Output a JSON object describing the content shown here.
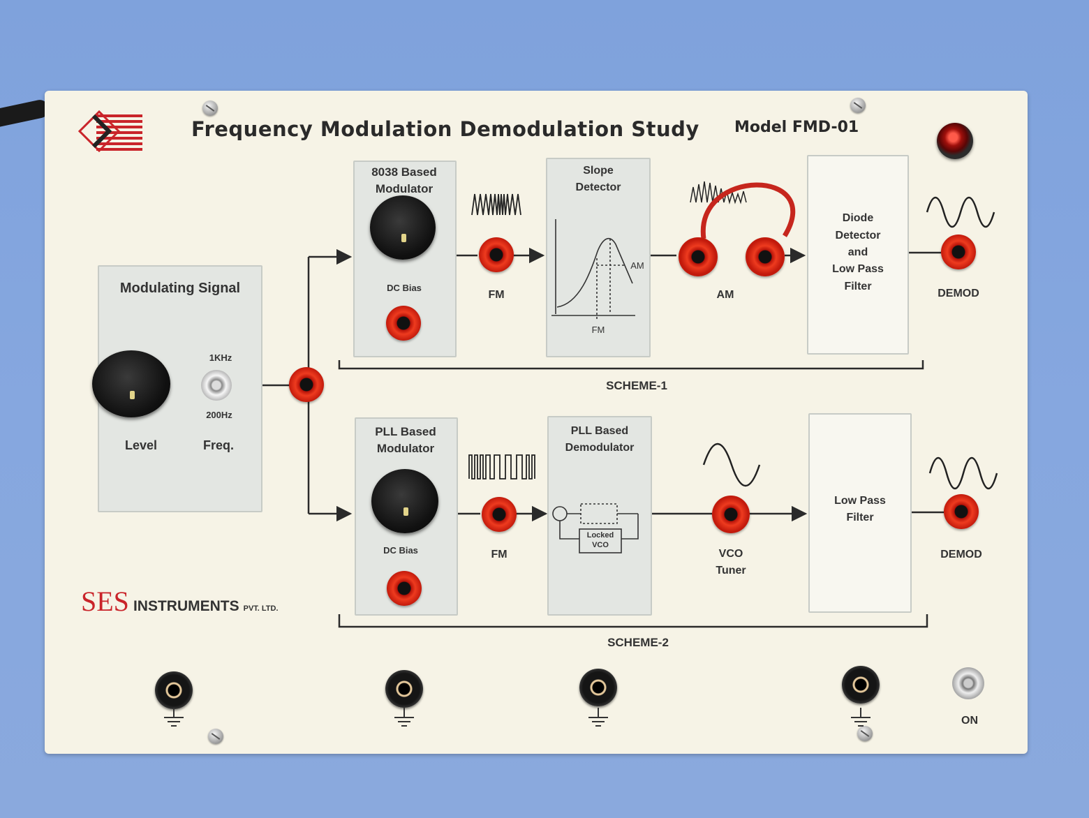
{
  "panel": {
    "title": "Frequency Modulation Demodulation Study",
    "model": "Model FMD-01",
    "brand": {
      "name": "SES",
      "rest": "INSTRUMENTS",
      "suffix": "PVT. LTD."
    }
  },
  "modulating_signal": {
    "title": "Modulating Signal",
    "switch_top": "1KHz",
    "switch_bottom": "200Hz",
    "level_label": "Level",
    "freq_label": "Freq."
  },
  "scheme1": {
    "label": "SCHEME-1",
    "modulator": {
      "line1": "8038 Based",
      "line2": "Modulator",
      "bias": "DC Bias"
    },
    "fm_label": "FM",
    "detector": {
      "line1": "Slope",
      "line2": "Detector",
      "axis_fm": "FM",
      "axis_am": "AM"
    },
    "am_label": "AM",
    "filter": {
      "l1": "Diode",
      "l2": "Detector",
      "l3": "and",
      "l4": "Low Pass",
      "l5": "Filter"
    },
    "demod_label": "DEMOD"
  },
  "scheme2": {
    "label": "SCHEME-2",
    "modulator": {
      "line1": "PLL Based",
      "line2": "Modulator",
      "bias": "DC Bias"
    },
    "fm_label": "FM",
    "demodulator": {
      "line1": "PLL Based",
      "line2": "Demodulator",
      "vco1": "Locked",
      "vco2": "VCO"
    },
    "vco_label1": "VCO",
    "vco_label2": "Tuner",
    "filter": {
      "l1": "Low Pass",
      "l2": "Filter"
    },
    "demod_label": "DEMOD"
  },
  "power": {
    "on_label": "ON"
  },
  "colors": {
    "panel": "#f6f3e6",
    "jack_red": "#ee3b1f",
    "brand_red": "#c9242a",
    "box": "#e3e6e2"
  }
}
